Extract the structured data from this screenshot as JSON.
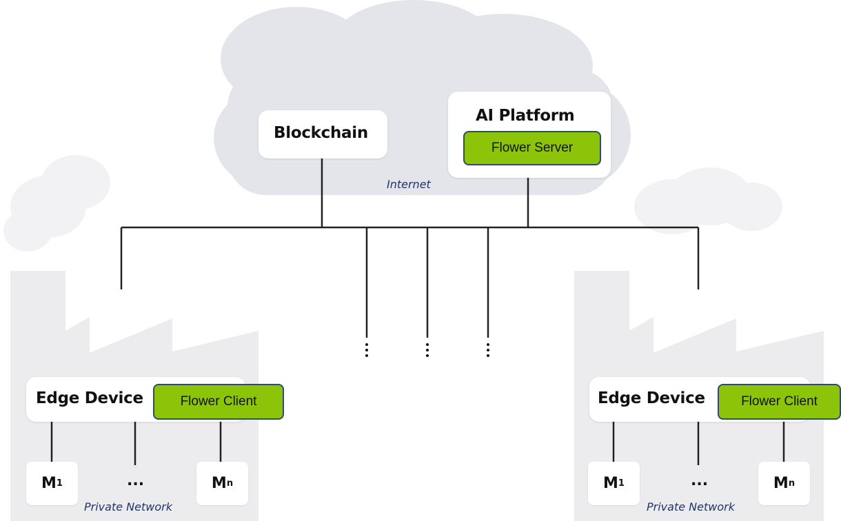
{
  "cloud": {
    "internet_label": "Internet",
    "blockchain_label": "Blockchain",
    "ai_platform_label": "AI Platform",
    "flower_server_label": "Flower Server"
  },
  "factories": [
    {
      "edge_device_label": "Edge Device",
      "flower_client_label": "Flower Client",
      "machine_first": "M",
      "machine_first_sub": "1",
      "machine_ellipsis": "...",
      "machine_last": "M",
      "machine_last_sub": "n",
      "network_label": "Private Network"
    },
    {
      "edge_device_label": "Edge Device",
      "flower_client_label": "Flower Client",
      "machine_first": "M",
      "machine_first_sub": "1",
      "machine_ellipsis": "...",
      "machine_last": "M",
      "machine_last_sub": "n",
      "network_label": "Private Network"
    }
  ],
  "colors": {
    "cloud_fill": "#e4e5ea",
    "factory_fill": "#ececee",
    "flower_green": "#8cc40a",
    "flower_border": "#2f4a6a",
    "network_label": "#1f3566",
    "line": "#222222"
  }
}
